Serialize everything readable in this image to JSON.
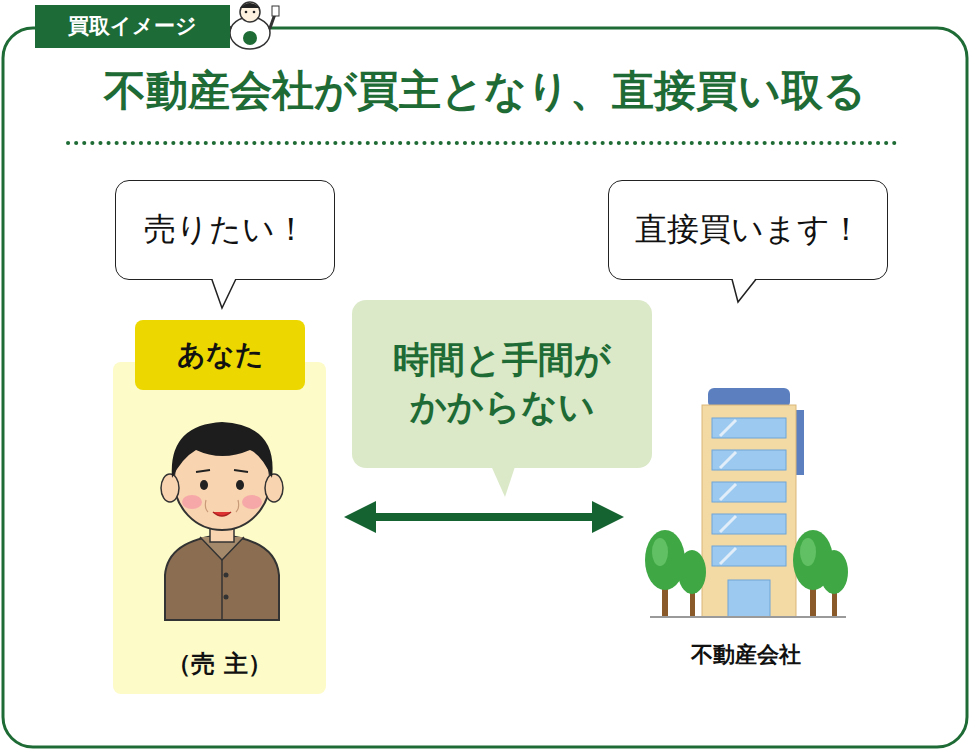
{
  "diagram": {
    "title": "不動産会社が買主となり、直接買い取る",
    "nodes": [
      {
        "text": [
          "買取イメージ"
        ]
      },
      {
        "text": [
          "売りたい！"
        ]
      },
      {
        "text": [
          "直接買います！"
        ]
      },
      {
        "text": [
          "（売 主）"
        ]
      },
      {
        "text": [
          "あなた"
        ],
        "in": 3
      },
      {
        "text": [
          "時間と手間が かからない"
        ]
      },
      {
        "text": [
          "不動産会社"
        ]
      }
    ],
    "edges": [
      {
        "from": 3,
        "to": 6,
        "arrow": "both"
      }
    ]
  }
}
